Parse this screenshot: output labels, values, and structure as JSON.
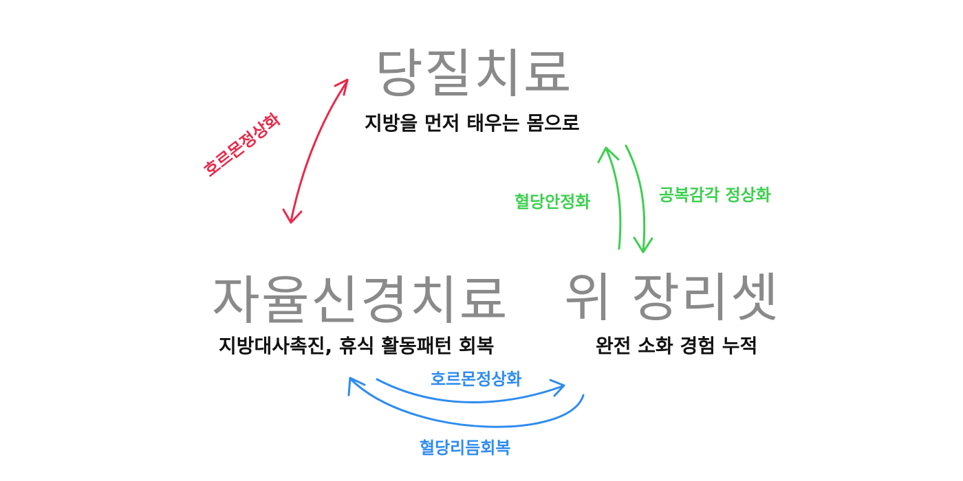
{
  "nodes": {
    "top": {
      "title": "당질치료",
      "desc": "지방을 먼저 태우는 몸으로"
    },
    "bottom_left": {
      "title": "자율신경치료",
      "desc": "지방대사촉진, 휴식 활동패턴 회복"
    },
    "bottom_right": {
      "title": "위 장리셋",
      "desc": "완전 소화 경험 누적"
    }
  },
  "edges": {
    "red": {
      "label": "호르몬정상화",
      "color": "#e8294a"
    },
    "green_left": {
      "label": "혈당안정화",
      "color": "#3ccf4e"
    },
    "green_right": {
      "label": "공복감각 정상화",
      "color": "#3ccf4e"
    },
    "blue_top": {
      "label": "호르몬정상화",
      "color": "#2e8bf0"
    },
    "blue_bottom": {
      "label": "혈당리듬회복",
      "color": "#2e8bf0"
    }
  }
}
